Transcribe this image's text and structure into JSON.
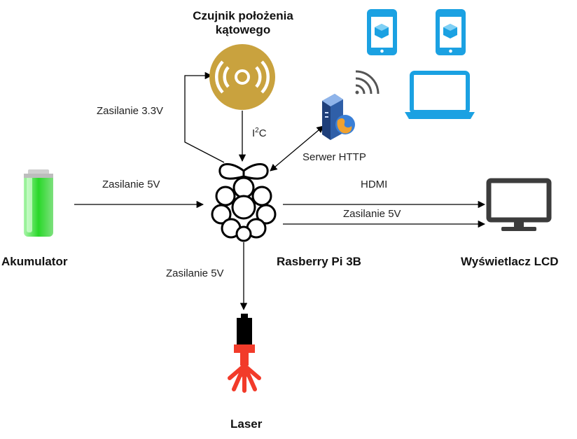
{
  "nodes": {
    "sensor": {
      "title_line1": "Czujnik położenia",
      "title_line2": "kątowego"
    },
    "battery": {
      "title": "Akumulator"
    },
    "raspberry": {
      "title": "Rasberry Pi 3B"
    },
    "display": {
      "title": "Wyświetlacz LCD"
    },
    "laser": {
      "title": "Laser"
    },
    "server": {
      "title": "Serwer HTTP"
    }
  },
  "edges": {
    "sensor_power": "Zasilanie 3.3V",
    "i2c_main": "I",
    "i2c_sup": "2",
    "i2c_tail": "C",
    "battery_power": "Zasilanie 5V",
    "hdmi": "HDMI",
    "display_power": "Zasilanie 5V",
    "laser_power": "Zasilanie 5V"
  },
  "colors": {
    "sensor": "#C9A23E",
    "client_devices": "#1BA1E2",
    "battery": "#3DDC3D",
    "laser_red": "#F23B2A",
    "line": "#000000"
  },
  "icons": [
    "angle-sensor-icon",
    "battery-icon",
    "raspberry-pi-icon",
    "lcd-monitor-icon",
    "laser-icon",
    "http-server-icon",
    "wifi-icon",
    "smartphone-icon",
    "laptop-icon"
  ]
}
